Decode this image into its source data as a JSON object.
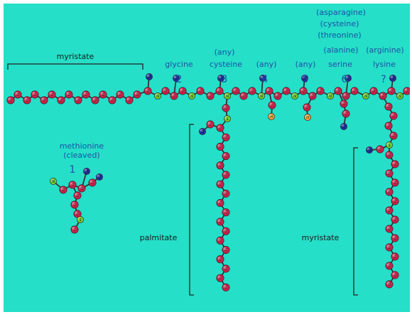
{
  "labels": {
    "myristate_top": "myristate",
    "glycine": "glycine",
    "cysteine_any": "(any)",
    "cysteine": "cysteine",
    "any_4": "(any)",
    "any_5": "(any)",
    "asparagine": "(asparagine)",
    "cysteine_alt": "(cysteine)",
    "threonine": "(threonine)",
    "alanine": "(alanine)",
    "arginine": "(arginine)",
    "serine": "serine",
    "lysine": "lysine",
    "methionine": "methionine",
    "cleaved": "(cleaved)",
    "palmitate": "palmitate",
    "myristate_bottom": "myristate"
  },
  "positions": {
    "p1": "1",
    "p2": "2",
    "p3": "3",
    "p4": "4",
    "p5": "5",
    "p6": "6",
    "p7": "?"
  },
  "atom_letters": {
    "carbon": "C",
    "nitrogen": "N",
    "oxygen": "O",
    "sulfur": "S",
    "hydrogen": "H"
  },
  "colors": {
    "background": "#25dfc8",
    "carbon": "#c8234a",
    "nitrogen": "#6ecf2b",
    "oxygen": "#1c2fa0",
    "hydrogen": "#f0a030",
    "label_blue": "#1e4fa8"
  }
}
